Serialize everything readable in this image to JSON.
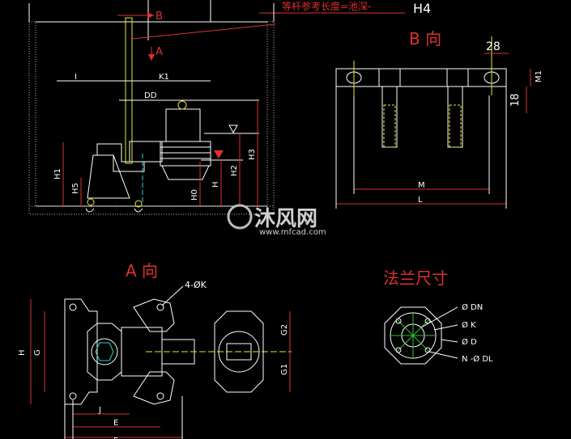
{
  "drawing": {
    "top_note": "等杆参考长度=池深-",
    "top_note_suffix": "H4",
    "view_b_title": "B 向",
    "view_a_title": "A 向",
    "flange_title": "法兰尺寸",
    "label_b": "B",
    "label_a": "A",
    "dim_I": "I",
    "dim_K1": "K1",
    "dim_DD": "DD",
    "dim_H1": "H1",
    "dim_H5": "H5",
    "dim_H0": "H0",
    "dim_H": "H",
    "dim_H2": "H2",
    "dim_H3": "H3",
    "dim_28": "28",
    "dim_M1": "M1",
    "dim_18": "18",
    "dim_M": "M",
    "dim_L": "L",
    "dim_4phiK": "4-ØK",
    "dim_Hv": "H",
    "dim_G": "G",
    "dim_G2": "G2",
    "dim_G1": "G1",
    "dim_J": "J",
    "dim_E": "E",
    "dim_F": "F",
    "flange_DN": "Ø DN",
    "flange_K": "Ø K",
    "flange_D": "Ø D",
    "flange_N": "N -Ø DL"
  },
  "watermark": {
    "brand": "沐风网",
    "url": "www.mfcad.com"
  },
  "colors": {
    "background": "#000000",
    "line_white": "#ffffff",
    "line_red": "#e03030",
    "line_yellow": "#e8e830",
    "line_cyan": "#30d0d0",
    "line_green": "#30c030"
  }
}
